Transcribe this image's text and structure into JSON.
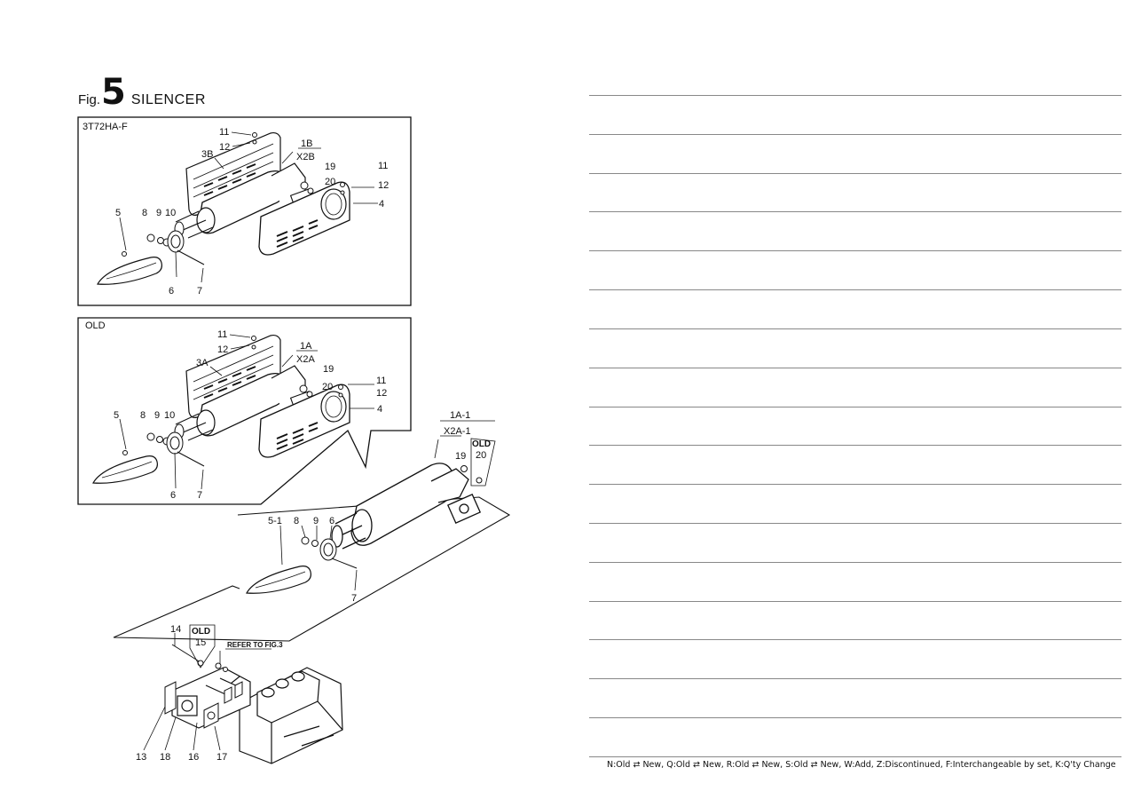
{
  "title": {
    "prefix": "Fig.",
    "number": "5",
    "name": "SILENCER"
  },
  "panels": {
    "top": {
      "variant": "3T72HA-F",
      "labels": {
        "p11a": "11",
        "p12a": "12",
        "p3": "3B",
        "p1": "1B",
        "px2": "X2B",
        "p19": "19",
        "p20": "20",
        "p11b": "11",
        "p12b": "12",
        "p4": "4",
        "p5": "5",
        "p8": "8",
        "p9": "9",
        "p10": "10",
        "p6": "6",
        "p7": "7"
      }
    },
    "old": {
      "variant": "OLD",
      "labels": {
        "p11a": "11",
        "p12a": "12",
        "p3": "3A",
        "p1": "1A",
        "px2": "X2A",
        "p19": "19",
        "p20": "20",
        "p11b": "11",
        "p12b": "12",
        "p4": "4",
        "p5": "5",
        "p8": "8",
        "p9": "9",
        "p10": "10",
        "p6": "6",
        "p7": "7"
      }
    },
    "detail": {
      "labels": {
        "p1a1": "1A-1",
        "px2a1": "X2A-1",
        "p19": "19",
        "old": "OLD",
        "p20": "20",
        "p51": "5-1",
        "p8": "8",
        "p9": "9",
        "p6": "6",
        "p7": "7"
      }
    },
    "manifold": {
      "labels": {
        "p14": "14",
        "old": "OLD",
        "p15": "15",
        "refer": "REFER TO FIG.3",
        "p13": "13",
        "p18": "18",
        "p16": "16",
        "p17": "17"
      }
    }
  },
  "legend": "N:Old ⇄ New, Q:Old ⇄ New, R:Old ⇄ New, S:Old ⇄ New, W:Add, Z:Discontinued, F:Interchangeable by set, K:Q'ty Change"
}
